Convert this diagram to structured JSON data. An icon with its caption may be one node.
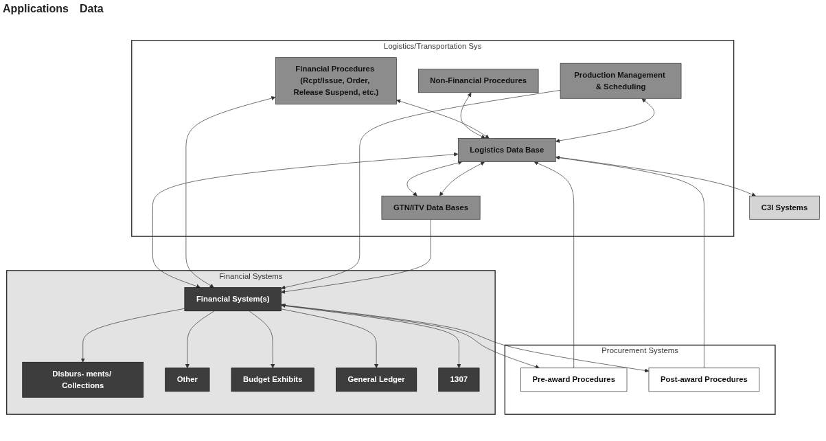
{
  "diagram": {
    "nodes": [
      {
        "text": [
          "C3I Systems"
        ]
      },
      {
        "text": [
          "Logistics/Transportation Sys"
        ]
      },
      {
        "text": [
          "Non-Financial Procedures"
        ],
        "in": 1
      },
      {
        "text": [
          "Logistics Data Base"
        ],
        "in": 1
      },
      {
        "text": [
          "Financial Procedures (Rcpt/Issue, Order, Release Suspend, etc.)"
        ],
        "in": 1
      },
      {
        "text": [
          "Production Management & Scheduling"
        ],
        "in": 1
      },
      {
        "text": [
          "GTN/ITV Data Bases"
        ],
        "in": 1
      },
      {
        "text": [
          "Procurement Systems"
        ]
      },
      {
        "text": [
          "Pre-award Procedures"
        ],
        "in": 7
      },
      {
        "text": [
          "Post-award Procedures"
        ],
        "in": 7
      },
      {
        "text": [
          "Financial Systems"
        ]
      },
      {
        "text": [
          "Financial System(s)"
        ],
        "in": 10
      },
      {
        "text": [
          "Disburs- ments/ Collections"
        ],
        "in": 10
      },
      {
        "text": [
          "Other"
        ],
        "in": 10
      },
      {
        "text": [
          "Budget Exhibits"
        ],
        "in": 10
      },
      {
        "text": [
          "General Ledger"
        ],
        "in": 10
      },
      {
        "text": [
          "1307"
        ],
        "in": 10
      }
    ],
    "edges": [
      {
        "from": 3,
        "to": 0,
        "arrow": "to"
      },
      {
        "from": 8,
        "to": 3,
        "arrow": "to"
      },
      {
        "from": 9,
        "to": 3,
        "arrow": "to"
      },
      {
        "from": 2,
        "to": 3,
        "arrow": "both"
      },
      {
        "from": 4,
        "to": 3,
        "arrow": "both"
      },
      {
        "from": 5,
        "to": 3,
        "arrow": "both"
      },
      {
        "from": 3,
        "to": 6,
        "arrow": "both"
      },
      {
        "from": 3,
        "to": 6,
        "arrow": "both"
      },
      {
        "from": 3,
        "to": 11,
        "arrow": "both"
      },
      {
        "from": 4,
        "to": 11,
        "arrow": "both"
      },
      {
        "from": 5,
        "to": 11,
        "arrow": "to"
      },
      {
        "from": 6,
        "to": 11,
        "arrow": "to"
      },
      {
        "from": 11,
        "to": 8,
        "arrow": "both"
      },
      {
        "from": 11,
        "to": 9,
        "arrow": "both"
      },
      {
        "from": 11,
        "to": 12,
        "arrow": "to"
      },
      {
        "from": 11,
        "to": 13,
        "arrow": "to"
      },
      {
        "from": 11,
        "to": 14,
        "arrow": "to"
      },
      {
        "from": 11,
        "to": 15,
        "arrow": "to"
      },
      {
        "from": 11,
        "to": 16,
        "arrow": "to"
      }
    ],
    "labels": [
      "Applications",
      "Data"
    ]
  }
}
